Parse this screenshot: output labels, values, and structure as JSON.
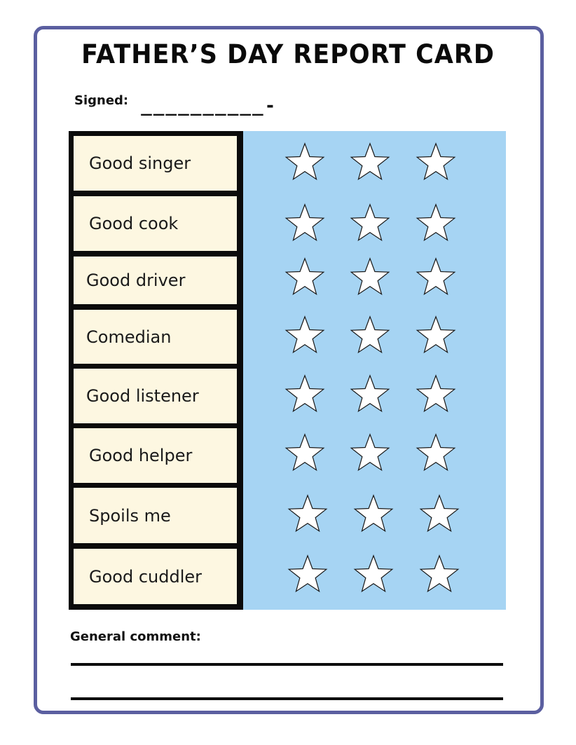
{
  "title": "FATHER’S DAY REPORT CARD",
  "signed": {
    "label": "Signed:",
    "line": "__________-"
  },
  "rows": [
    {
      "label": "Good singer"
    },
    {
      "label": "Good cook"
    },
    {
      "label": "Good driver"
    },
    {
      "label": "Comedian"
    },
    {
      "label": "Good listener"
    },
    {
      "label": "Good helper"
    },
    {
      "label": "Spoils me"
    },
    {
      "label": "Good cuddler"
    }
  ],
  "stars_per_row": 3,
  "star_icon": "star-outline-icon",
  "colors": {
    "frame": "#5b5fa0",
    "panel": "#a6d4f3",
    "label_bg": "#fdf7e1",
    "border": "#0b0b0b",
    "star_fill": "#ffffff"
  },
  "comment": {
    "label": "General comment:"
  }
}
